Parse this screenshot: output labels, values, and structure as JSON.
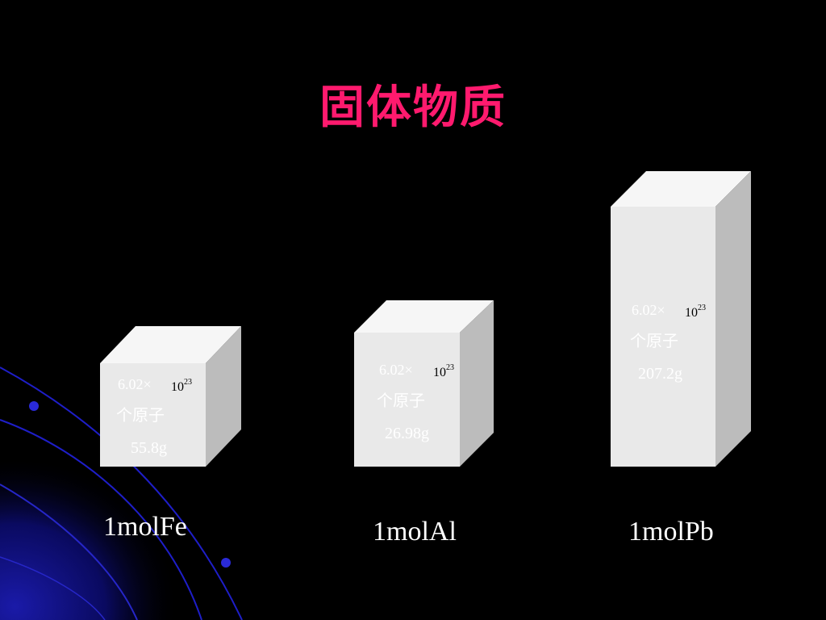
{
  "slide": {
    "title": "固体物质",
    "colors": {
      "title": "#ff1a6e",
      "background": "#000000",
      "cube_front": "#e9e9e9",
      "cube_top": "#f6f6f6",
      "cube_side": "#bcbcbc"
    },
    "cubes": [
      {
        "count": "6.02×",
        "power_base": "10",
        "power_exp": "23",
        "atoms": "个原子",
        "mass": "55.8g",
        "label": "1molFe"
      },
      {
        "count": "6.02×",
        "power_base": "10",
        "power_exp": "23",
        "atoms": "个原子",
        "mass": "26.98g",
        "label": "1molAl"
      },
      {
        "count": "6.02×",
        "power_base": "10",
        "power_exp": "23",
        "atoms": "个原子",
        "mass": "207.2g",
        "label": "1molPb"
      }
    ]
  }
}
